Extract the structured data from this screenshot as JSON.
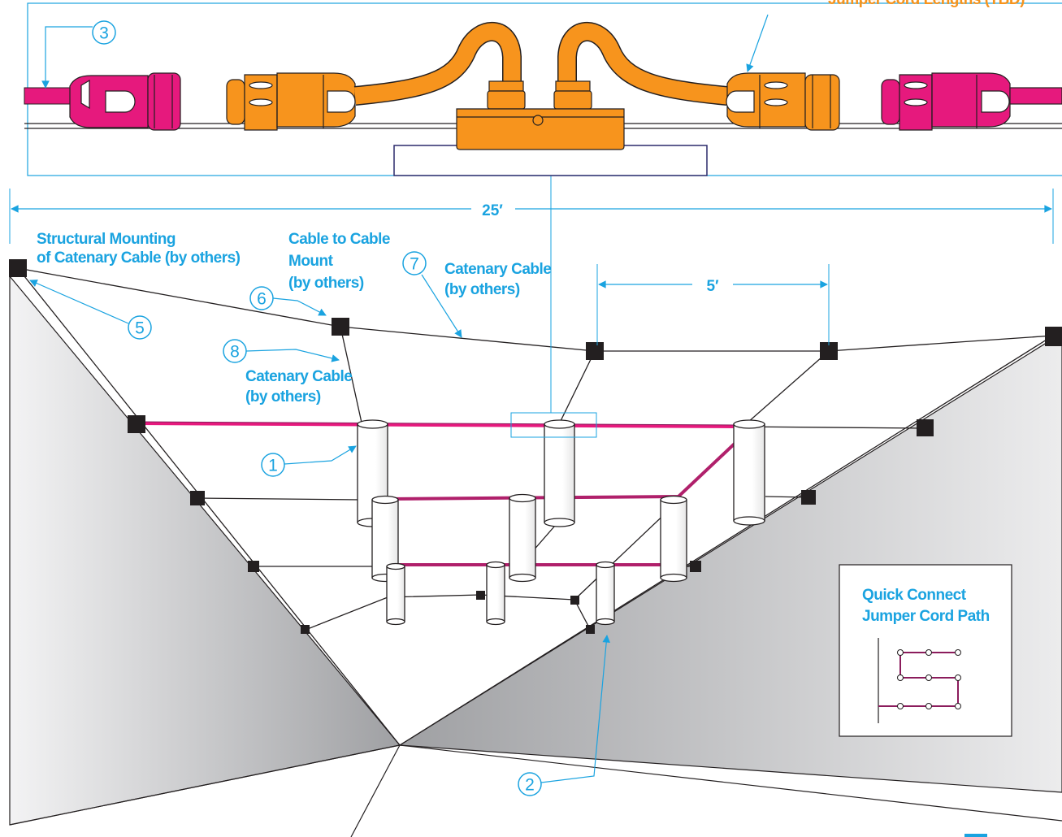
{
  "detail": {
    "top_label": "Jumper Cord Lengths (TBD)"
  },
  "dimensions": {
    "overall": "25′",
    "spacing": "5′"
  },
  "callouts": [
    {
      "number": "1",
      "lines": []
    },
    {
      "number": "2",
      "lines": []
    },
    {
      "number": "3",
      "lines": []
    },
    {
      "number": "5",
      "lines": [
        "Structural Mounting",
        "of Catenary Cable (by others)"
      ]
    },
    {
      "number": "6",
      "lines": [
        "Cable to Cable",
        "Mount",
        "(by others)"
      ]
    },
    {
      "number": "7",
      "lines": [
        "Catenary Cable",
        "(by others)"
      ]
    },
    {
      "number": "8",
      "lines": [
        "Catenary Cable",
        "(by others)"
      ]
    }
  ],
  "legend": {
    "title_line1": "Quick Connect",
    "title_line2": "Jumper Cord Path"
  },
  "colors": {
    "accent": "#1aa3e0",
    "connector_orange": "#f7941d",
    "cable_magenta": "#e6197d",
    "jumper_path": "#8b1c5c",
    "mount_black": "#231f20"
  }
}
